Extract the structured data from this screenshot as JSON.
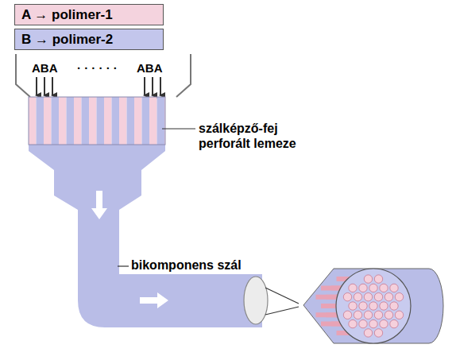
{
  "diagram": {
    "labels": [
      "ABA",
      "· · · · · ·",
      "ABA",
      "szálképző-fej perforált lemeze",
      "bikomponens szál"
    ],
    "legend": [
      {
        "text": "A → polimer-1",
        "color": "#f4d3de"
      },
      {
        "text": "B → polimer-2",
        "color": "#c3c6ec"
      }
    ]
  }
}
